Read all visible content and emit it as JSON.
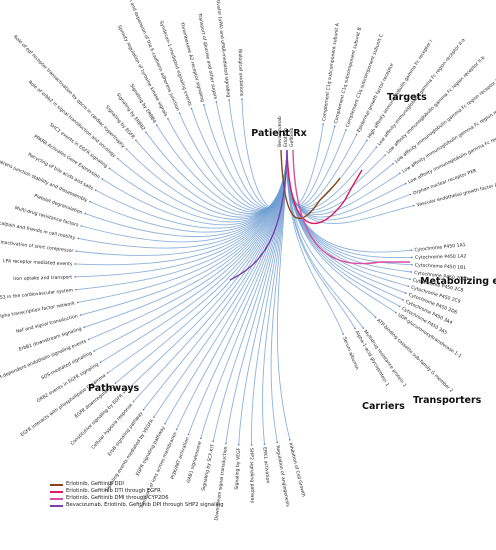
{
  "center": {
    "label": "Patient Rx",
    "drugs": [
      "Bevacizumab",
      "Erlotinib",
      "Gefitinib"
    ]
  },
  "categories": {
    "targets": "Targets",
    "metabolizing": "Metabolizing enzymes",
    "carriers": "Carriers",
    "transporters": "Transporters",
    "pathways": "Pathways"
  },
  "colors": {
    "edge": "#6f9fd2",
    "edge_dark": "#4e7fb8",
    "ddi": "#8b4513",
    "dti": "#d81b60",
    "dmi": "#d64fa3",
    "dpi": "#7b3fb0"
  },
  "targets": [
    "Complement C1q subcomponent subunit A",
    "Complement C1q subcomponent subunit B",
    "Complement C1q subcomponent subunit C",
    "Epidermal growth factor receptor",
    "High affinity immunoglobulin gamma Fc receptor I",
    "Low affinity immunoglobulin gamma Fc region receptor II-a",
    "Low affinity immunoglobulin gamma Fc region receptor II-b",
    "Low affinity immunoglobulin gamma Fc region receptor II-c",
    "Low affinity immunoglobulin gamma Fc region receptor III-A",
    "Low affinity immunoglobulin gamma Fc region receptor III-B",
    "Orphan nuclear receptor PXR",
    "Vascular endothelial growth factor A"
  ],
  "enzymes": [
    "Cytochrome P450 1A1",
    "Cytochrome P450 1A2",
    "Cytochrome P450 1B1",
    "Cytochrome P450 2C19",
    "Cytochrome P450 2C8",
    "Cytochrome P450 2C9",
    "Cytochrome P450 2D6",
    "Cytochrome P450 3A4",
    "Cytochrome P450 3A5",
    "UDP-glucuronosyltransferase 1-1"
  ],
  "transporters": [
    "ATP-binding cassette sub-family G member 2",
    "Multidrug resistance protein 1"
  ],
  "carriers": [
    "Alpha-1-acid glycoprotein 1",
    "Serum albumin"
  ],
  "pathways": [
    "Inhibition of Cell Growth",
    "Regulation of angiogenesis",
    "ERK1 activation",
    "SHP2 signaling pathway",
    "Signaling by VEGF",
    "Downstream signal transduction",
    "Signaling by SCF-KIT",
    "GAB1 signalosome",
    "PI3K/AKT activation",
    "Transport of ions across membranes",
    "EGFR signaling pathway",
    "Signaling events mediated by VEGFR",
    "ErbB signaling pathway",
    "Cellular hypoxia response",
    "Constitutive signaling by EGFR",
    "EGFR downregulation",
    "EGFR interacts with phospholipase C-gamma",
    "GRB2 events in EGFR signaling",
    "SOS-mediated signalling",
    "EGFR-dependent endothelin signaling events",
    "ErbB1 downstream signaling",
    "Nef and signal transduction",
    "HIF-2-alpha transcription factor network",
    "Hypoxia and p53 in the cardiovascular system",
    "Iron uptake and transport",
    "LPA receptor mediated events",
    "Map kinase inactivation of smrt corepressor",
    "Mcalpain and friends in cell motility",
    "Multi-drug resistance factors",
    "Platelet degranulation",
    "Posttranslational regulation of adherens junction stability and dissassembly",
    "Recycling of bile acids and salts",
    "PPARA Activates Gene Expression",
    "SHC1 events in EGFR signaling",
    "Role of erbb2 in signal transduction and oncology",
    "Role of egf receptor transactivation by gpcrs in cardiac hypertrophy",
    "Signaling by EGFR",
    "Signaling by ERBB2",
    "Signaling by ERBB4",
    "Sprouty regulation of tyrosine kinase signals",
    "Stabilization and expansion of the E-cadherin adherens junction",
    "Syndecan-1-mediated signaling events",
    "Thromboxane A2 receptor signaling",
    "Transport of glucose and other sugars",
    "Urokinase-type plasminogen activator (uPA) and uPAR-mediated signaling",
    "Biological oxidations"
  ],
  "legend": [
    {
      "label": "Erlotinib, Gefitinib DDI",
      "color": "#8b4513"
    },
    {
      "label": "Erlotinib, Gefitinib DTI through EGFR",
      "color": "#d81b60"
    },
    {
      "label": "Erlotinib, Gefitinib DMI through CYP2D6",
      "color": "#d64fa3"
    },
    {
      "label": "Bevacizumab, Erlotinib, Gefitinib DPI through SHP2 signaling",
      "color": "#7b3fb0"
    }
  ]
}
